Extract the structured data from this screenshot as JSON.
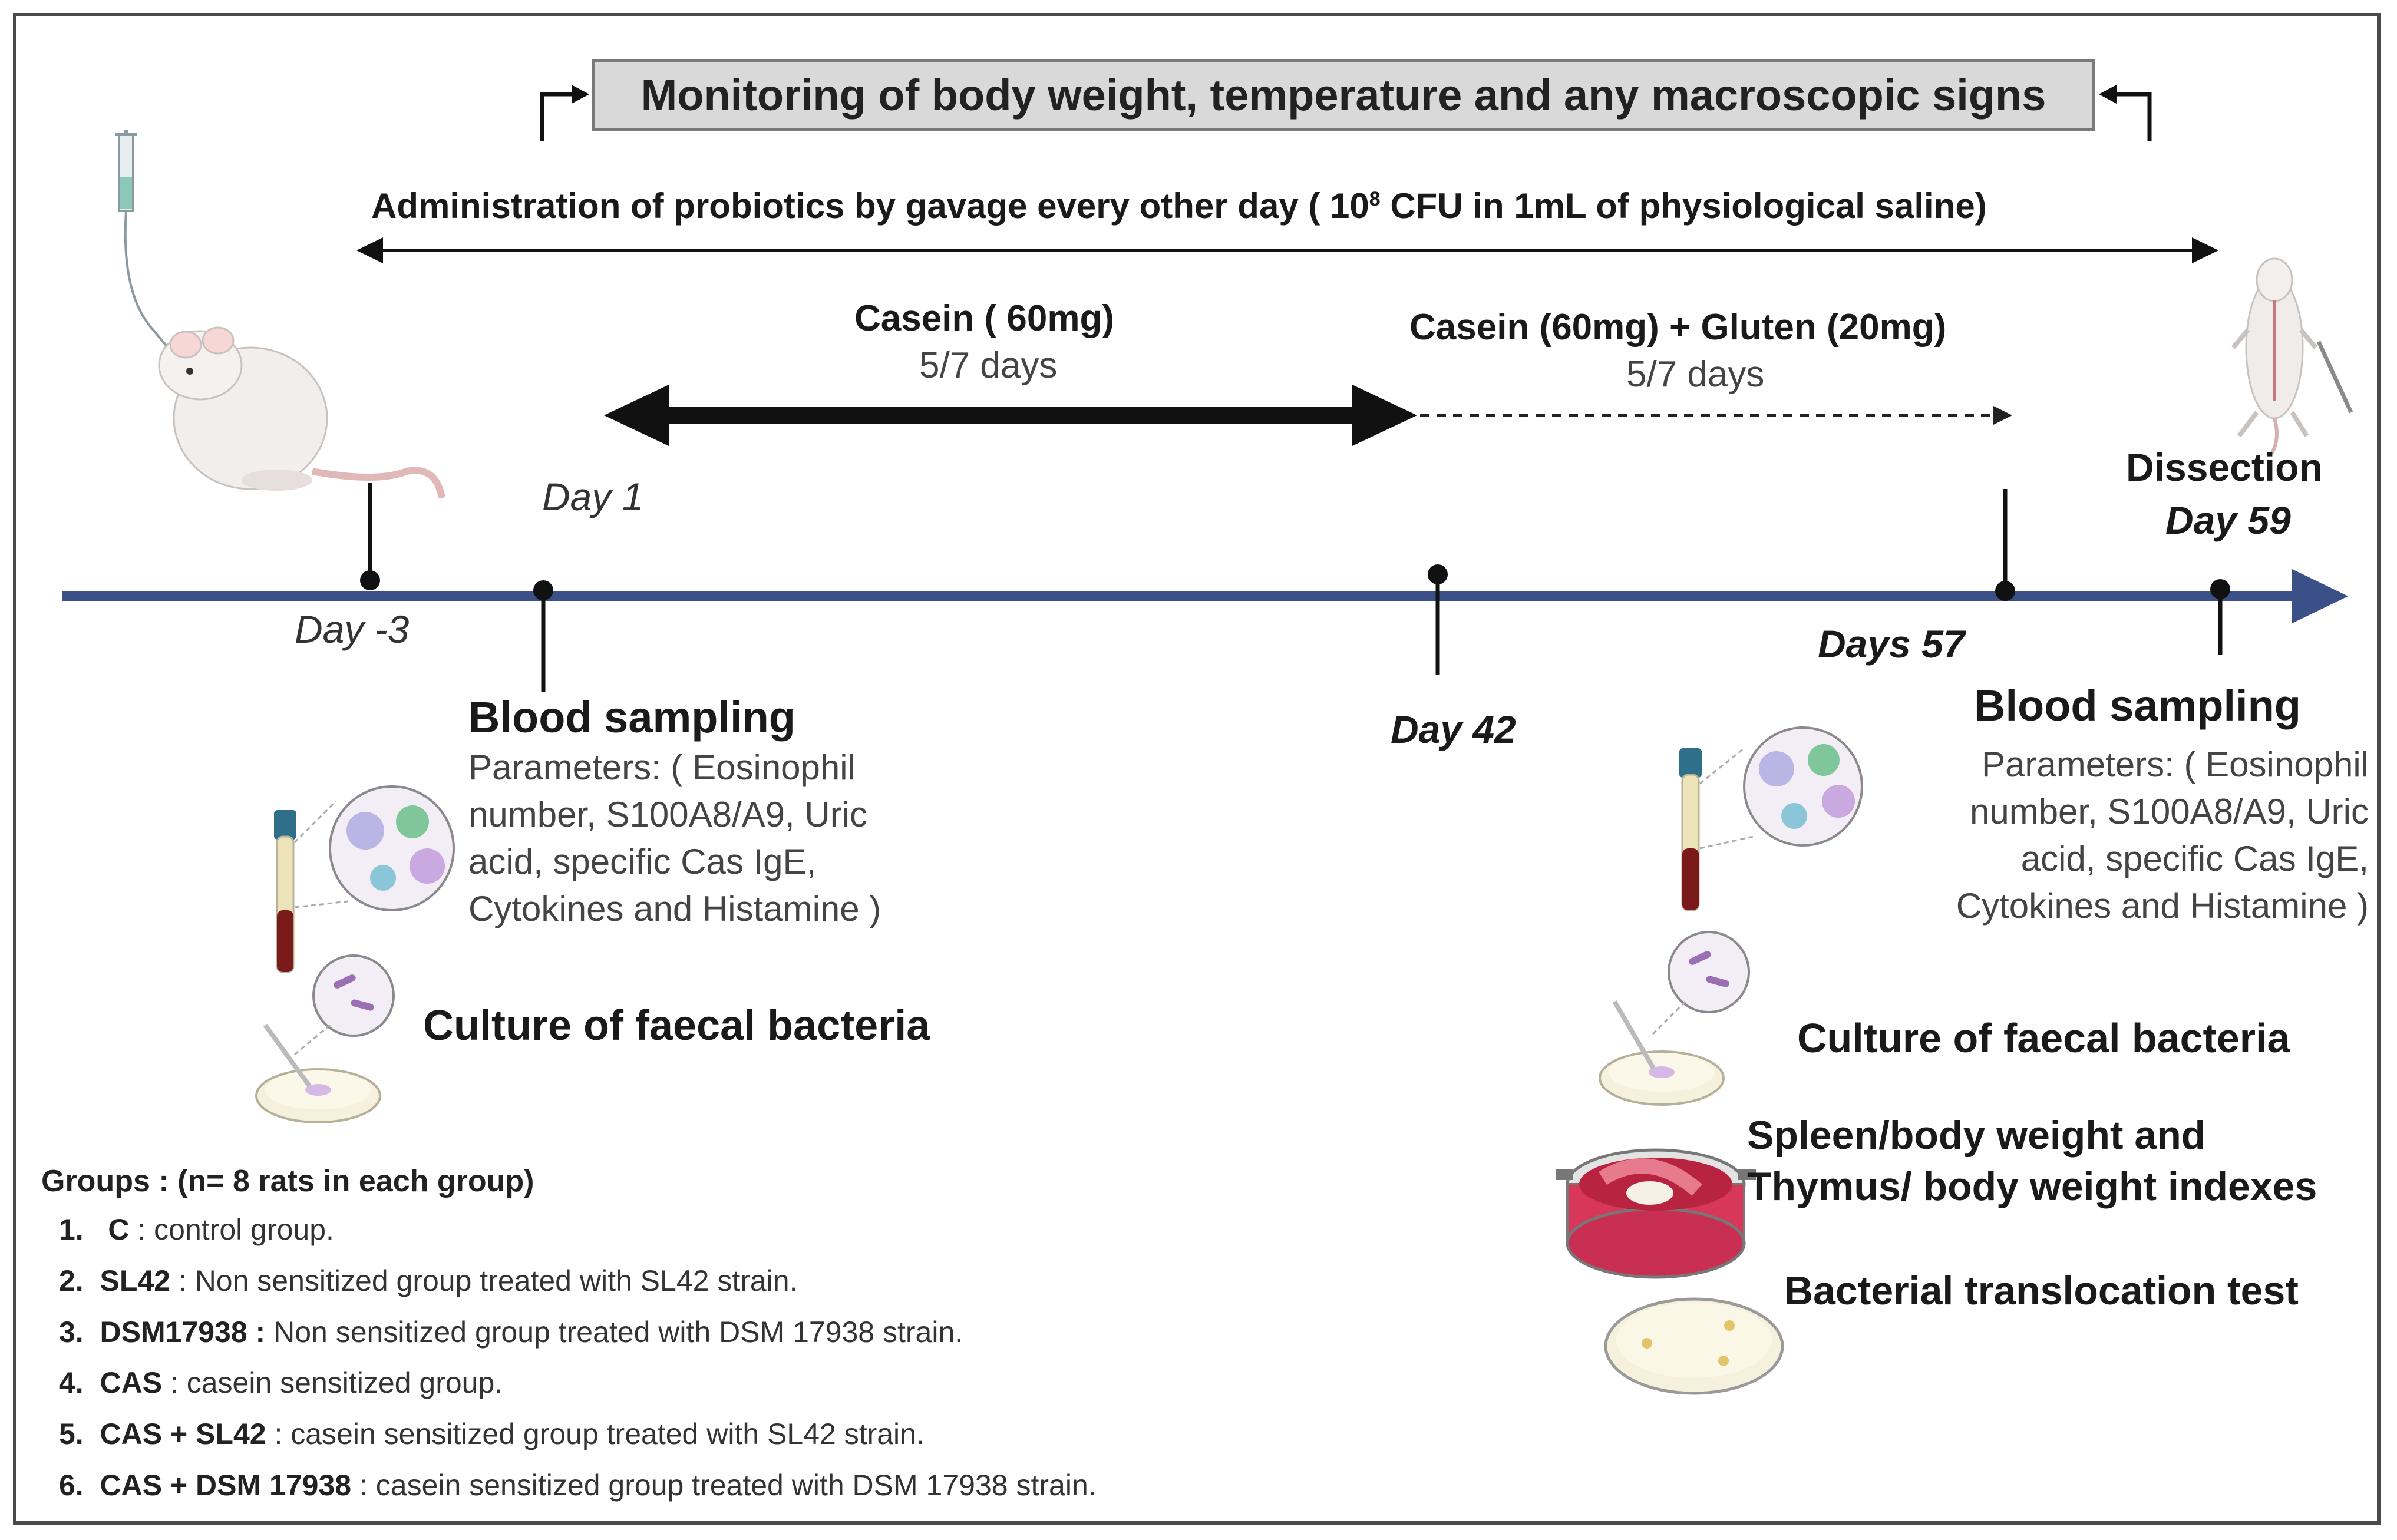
{
  "monitoring": "Monitoring of body weight, temperature and any macroscopic signs",
  "administration": {
    "text_before": "Administration of probiotics by gavage every other day ( 10",
    "superscript": "8",
    "text_after": " CFU in 1mL of physiological saline)"
  },
  "phase1": {
    "title": "Casein ( 60mg)",
    "schedule": "5/7 days"
  },
  "phase2": {
    "title": "Casein (60mg) + Gluten (20mg)",
    "schedule": "5/7 days"
  },
  "timepoints": {
    "day_minus3": "Day -3",
    "day1": "Day 1",
    "day42": "Day 42",
    "days57": "Days 57",
    "dissection": "Dissection",
    "day59": "Day 59"
  },
  "left_panel": {
    "blood_title": "Blood sampling",
    "params": [
      "Parameters: ( Eosinophil",
      "number, S100A8/A9, Uric",
      "acid, specific Cas IgE,",
      "Cytokines and Histamine )"
    ],
    "culture": "Culture of faecal bacteria"
  },
  "right_panel": {
    "blood_title": "Blood sampling",
    "params": [
      "Parameters: ( Eosinophil",
      "number, S100A8/A9, Uric",
      "acid, specific Cas IgE,",
      "Cytokines and Histamine )"
    ],
    "culture": "Culture of faecal bacteria",
    "indexes_line1": "Spleen/body weight   and",
    "indexes_line2": "Thymus/ body weight indexes",
    "translocation": "Bacterial translocation test"
  },
  "groups": {
    "title": "Groups : (n= 8 rats in each group)",
    "items": [
      {
        "num": "1.",
        "name": "C",
        "desc": " : control group."
      },
      {
        "num": "2.",
        "name": "SL42",
        "desc": " : Non sensitized group treated with SL42 strain."
      },
      {
        "num": "3.",
        "name": "DSM17938 :",
        "desc": " Non sensitized group treated with DSM 17938 strain."
      },
      {
        "num": "4.",
        "name": "CAS",
        "desc": " :  casein sensitized group."
      },
      {
        "num": "5.",
        "name": "CAS + SL42",
        "desc": " : casein sensitized group treated with SL42 strain."
      },
      {
        "num": "6.",
        "name": "CAS + DSM 17938",
        "desc": " : casein sensitized group treated with DSM 17938 strain."
      }
    ]
  },
  "colors": {
    "timeline": "#3b5087",
    "phase_arrow": "#111111",
    "monitor_bg": "#d9d9d9",
    "blood_tube": "#7a1a1a"
  }
}
